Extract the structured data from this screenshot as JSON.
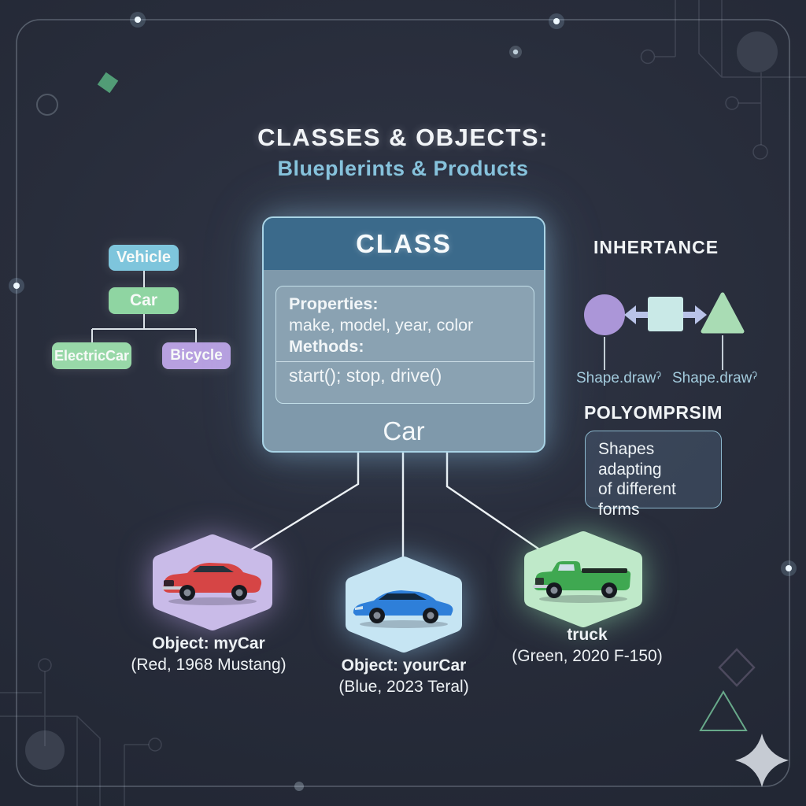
{
  "title": {
    "main": "CLASSES & OBJECTS:",
    "subtitle": "Blueplerints & Products"
  },
  "hierarchy": {
    "root": {
      "label": "Vehicle",
      "color": "#7ec5dc"
    },
    "child": {
      "label": "Car",
      "color": "#8fd5a2"
    },
    "leaf_left": {
      "label": "ElectricCar",
      "color": "#98d8a8"
    },
    "leaf_right": {
      "label": "Bicycle",
      "color": "#b7a0e0"
    }
  },
  "class_box": {
    "header": "CLASS",
    "properties_label": "Properties:",
    "properties_value": "make, model, year, color",
    "methods_label": "Methods:",
    "methods_value": "start(); stop, drive()",
    "instance_label": "Car"
  },
  "inheritance": {
    "title": "INHERTANCE",
    "left_caption": "Shape.drawˀ",
    "right_caption": "Shape.drawˀ",
    "circle_color": "#ab96d8",
    "square_color": "#c9e9e7",
    "triangle_color": "#a9dcb4",
    "arrow_color": "#b9c3e8"
  },
  "polymorphism": {
    "title": "POLYOMPRSIM",
    "text": "Shapes adapting\nof different\nforms"
  },
  "objects": [
    {
      "name": "Object: myCar",
      "details": "(Red, 1968 Mustang)",
      "badge_color": "#c9bbe8",
      "vehicle_color": "#d64545",
      "vehicle_icon": "red-classic-car"
    },
    {
      "name": "Object: yourCar",
      "details": "(Blue, 2023 Teral)",
      "badge_color": "#c6e5f3",
      "vehicle_color": "#2e7fd9",
      "vehicle_icon": "blue-sedan"
    },
    {
      "name": "truck",
      "details": "(Green, 2020 F-150)",
      "badge_color": "#bfe9c9",
      "vehicle_color": "#3fa851",
      "vehicle_icon": "green-pickup-truck"
    }
  ]
}
